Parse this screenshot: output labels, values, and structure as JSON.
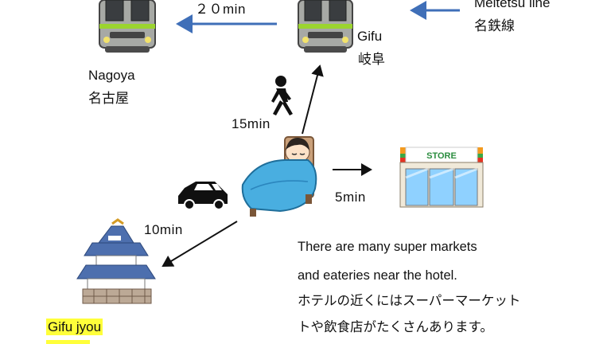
{
  "times": {
    "nagoya": "２０min",
    "walk": "15min",
    "store": "5min",
    "car": "10min"
  },
  "places": {
    "meitetsu_en": "Meitetsu line",
    "meitetsu_ja": "名鉄線",
    "gifu_en": "Gifu",
    "gifu_ja": "岐阜",
    "nagoya_en": "Nagoya",
    "nagoya_ja": "名古屋",
    "castle_en": "Gifu jyou",
    "store_sign": "STORE"
  },
  "note": {
    "line1": "There are many super markets",
    "line2": "and eateries near the hotel.",
    "line3": "ホテルの近くにはスーパーマーケット",
    "line4": "トや飲食店がたくさんあります。"
  },
  "colors": {
    "train_arrow": "#3f6fb8",
    "train_body": "#a7a9a5",
    "train_stripe": "#9bd42f",
    "store_awning_red": "#e53322",
    "store_awning_green": "#39a845",
    "store_awning_orange": "#f39a1e",
    "castle_roof": "#4d6fae",
    "bed_blanket": "#49aee0",
    "highlight": "#ffff3a"
  },
  "icons": [
    "train-icon",
    "walking-person-icon",
    "sleeping-bed-icon",
    "car-icon",
    "convenience-store-icon",
    "castle-icon"
  ]
}
